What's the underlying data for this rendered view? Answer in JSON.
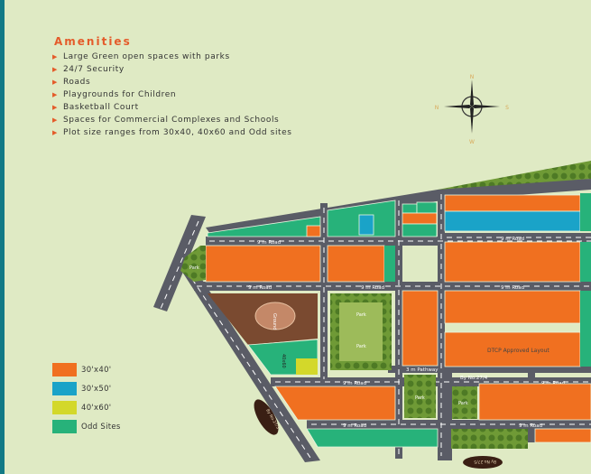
{
  "amenities": {
    "title": "Amenities",
    "items": [
      "Large Green open spaces with parks",
      "24/7 Security",
      "Roads",
      "Playgrounds for Children",
      "Basketball Court",
      "Spaces for Commercial Complexes and Schools",
      "Plot size ranges from 30x40, 40x60 and Odd sites"
    ]
  },
  "compass": {
    "n": "N",
    "s": "S",
    "e": "E",
    "w": "W"
  },
  "legend": [
    {
      "label": "30'x40'",
      "color": "#f07020"
    },
    {
      "label": "30'x50'",
      "color": "#1aa3c8"
    },
    {
      "label": "40'x60'",
      "color": "#d3d82a"
    },
    {
      "label": "Odd Sites",
      "color": "#27b27a"
    }
  ],
  "map": {
    "road_label": "9 m Road",
    "pathway_label": "3 m Pathway",
    "park_label": "Park",
    "ground_label": "Ground",
    "survey_1": "By No.27/4",
    "survey_2": "By No.27/3",
    "survey_3": "By No.27/5",
    "approved_text": "DTCP Approved Layout",
    "plot_40x60": "40x60",
    "colors": {
      "road": "#5a5c66",
      "plot_orange": "#f07020",
      "plot_blue": "#1aa3c8",
      "plot_green": "#27b27a",
      "plot_yellow": "#d3d82a",
      "park_dark": "#5d8a2c",
      "park_light": "#9dbb5a",
      "ground": "#7a4a30",
      "background": "#dfeac4"
    }
  }
}
